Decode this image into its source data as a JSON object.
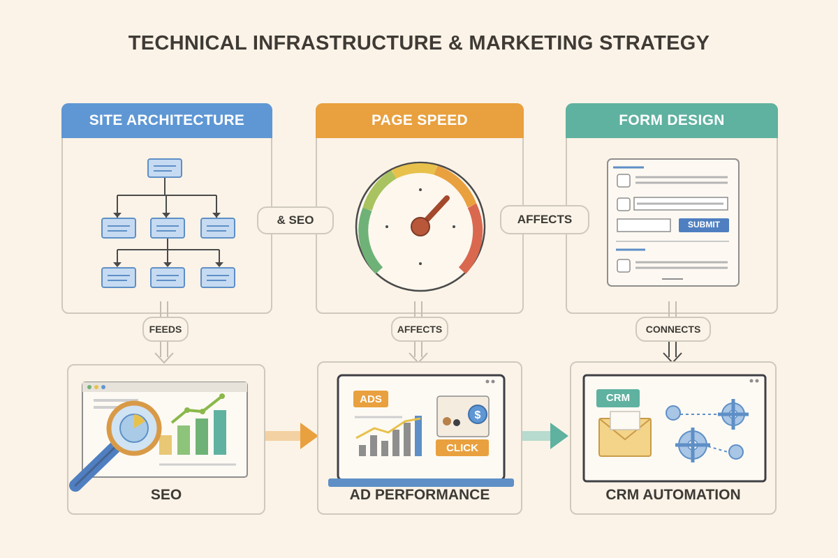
{
  "title": "TECHNICAL INFRASTRUCTURE & MARKETING STRATEGY",
  "panels": {
    "site_architecture": {
      "header": "SITE ARCHITECTURE",
      "color": "#5e97d4"
    },
    "page_speed": {
      "header": "PAGE SPEED",
      "color": "#e9a03e"
    },
    "form_design": {
      "header": "FORM DESIGN",
      "color": "#5fb1a0"
    }
  },
  "connectors": {
    "horizontal_1": "& SEO",
    "horizontal_2": "AFFECTS",
    "vertical_1": "FEEDS",
    "vertical_2": "AFFECTS",
    "vertical_3": "CONNECTS"
  },
  "form": {
    "submit_label": "SUBMIT"
  },
  "outputs": {
    "seo": {
      "label": "SEO"
    },
    "ad_performance": {
      "label": "AD PERFORMANCE",
      "ads_badge": "ADS",
      "click_badge": "CLICK"
    },
    "crm_automation": {
      "label": "CRM AUTOMATION",
      "crm_badge": "CRM"
    }
  },
  "icons": [
    "sitemap-icon",
    "speedometer-icon",
    "form-icon",
    "magnifier-chart-icon",
    "laptop-ads-icon",
    "crm-gears-icon"
  ]
}
